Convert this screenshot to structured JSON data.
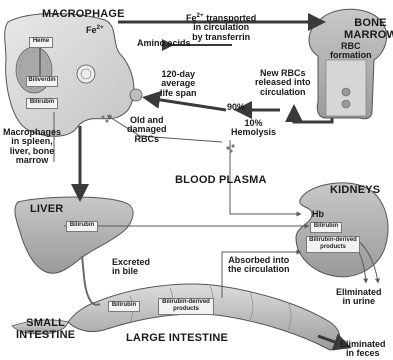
{
  "labels": {
    "macrophage": "MACROPHAGE",
    "fe2_top": "Fe2+",
    "fe2_transport": "Fe2+ transported\nin circulation\nby transferrin",
    "bone_marrow": "BONE\nMARROW",
    "rbc_formation": "RBC\nformation",
    "amino_acids": "Amino acids",
    "lifespan": "120-day\naverage\nlife span",
    "new_rbcs": "New RBCs\nreleased into\ncirculation",
    "pct_90": "90%",
    "pct_10_hemolysis": "10%\nHemolysis",
    "old_damaged": "Old and\ndamaged\nRBCs",
    "macrophages_in": "Macrophages\nin spleen,\nliver, bone\nmarrow",
    "blood_plasma": "BLOOD PLASMA",
    "kidneys": "KIDNEYS",
    "hb": "Hb",
    "liver": "LIVER",
    "excreted_bile": "Excreted\nin bile",
    "absorbed": "Absorbed into\nthe circulation",
    "eliminated_urine": "Eliminated\nin urine",
    "small_intestine": "SMALL\nINTESTINE",
    "large_intestine": "LARGE INTESTINE",
    "eliminated_feces": "Eliminated\nin feces"
  },
  "boxes": {
    "heme": "Heme",
    "biliverdin": "Biliverdin",
    "bilirubin_macrophage": "Bilirubin",
    "bilirubin_liver": "Bilirubin",
    "bilirubin_kidney": "Bilirubin",
    "bilirubin_products_kidney": "Bilirubin-derived\nproducts",
    "bilirubin_small_int": "Bilirubin",
    "bilirubin_products_int": "Bilirubin-derived\nproducts"
  },
  "colors": {
    "cell": "#d9d9d9",
    "cell_border": "#555555",
    "organ": "#b0b0b0",
    "arrow": "#3a3a3a",
    "thin_line": "#5a5a5a"
  }
}
